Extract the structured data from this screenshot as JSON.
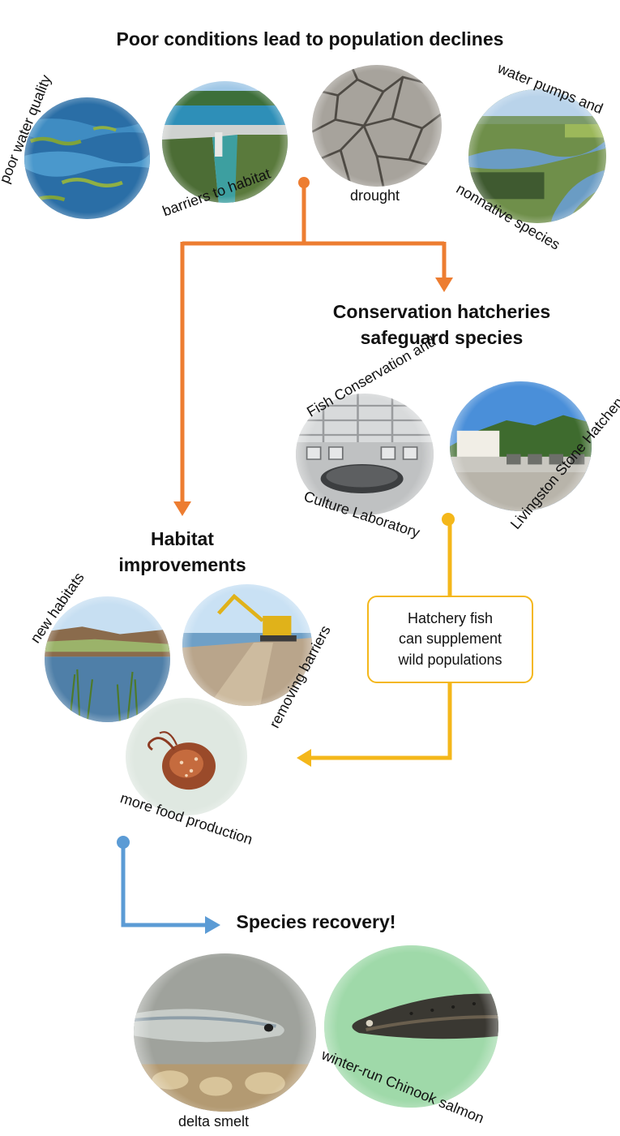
{
  "headings": {
    "poor_conditions": "Poor conditions lead to population declines",
    "hatcheries_line1": "Conservation hatcheries",
    "hatcheries_line2": "safeguard species",
    "habitat_line1": "Habitat",
    "habitat_line2": "improvements",
    "recovery": "Species recovery!"
  },
  "labels": {
    "poor_water_quality": "poor water quality",
    "barriers_to_habitat": "barriers to habitat",
    "drought": "drought",
    "water_pumps_line1": "water pumps and",
    "water_pumps_line2": "nonnative species",
    "fish_lab_line1": "Fish Conservation and",
    "fish_lab_line2": "Culture Laboratory",
    "livingston_stone": "Livingston Stone Hatchery",
    "new_habitats": "new habitats",
    "removing_barriers": "removing barriers",
    "more_food_production": "more food production",
    "delta_smelt": "delta smelt",
    "winter_run_chinook": "winter-run Chinook salmon"
  },
  "callout": {
    "line1": "Hatchery fish",
    "line2": "can supplement",
    "line3": "wild populations"
  },
  "colors": {
    "orange_arrow": "#ed7d31",
    "yellow_arrow": "#f4b71a",
    "blue_arrow": "#5b9bd5"
  },
  "icons": {
    "photos": [
      "water-photo",
      "dam-photo",
      "drought-photo",
      "river-photo",
      "lab-photo",
      "hatchery-photo",
      "marsh-photo",
      "excavator-photo",
      "shrimp-photo",
      "smelt-photo",
      "salmon-photo"
    ]
  }
}
